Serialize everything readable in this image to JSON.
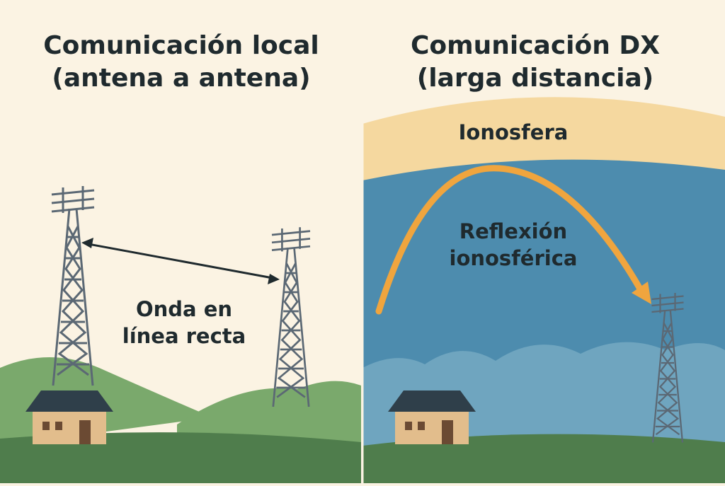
{
  "left_panel": {
    "title_line1": "Comunicación local",
    "title_line2": "(antena a antena)",
    "wave_label_line1": "Onda en",
    "wave_label_line2": "línea recta"
  },
  "right_panel": {
    "title_line1": "Comunicación DX",
    "title_line2": "(larga distancia)",
    "ionosphere_label": "Ionosfera",
    "reflection_label_line1": "Reflexión",
    "reflection_label_line2": "ionosférica"
  },
  "colors": {
    "background": "#fbf3e3",
    "ionosphere": "#f5d89f",
    "sky": "#4d8cae",
    "ground": "#4f7d4c",
    "hills": "#7aa96c",
    "tower": "#5b6874",
    "signal_arrow": "#f0a53e"
  }
}
